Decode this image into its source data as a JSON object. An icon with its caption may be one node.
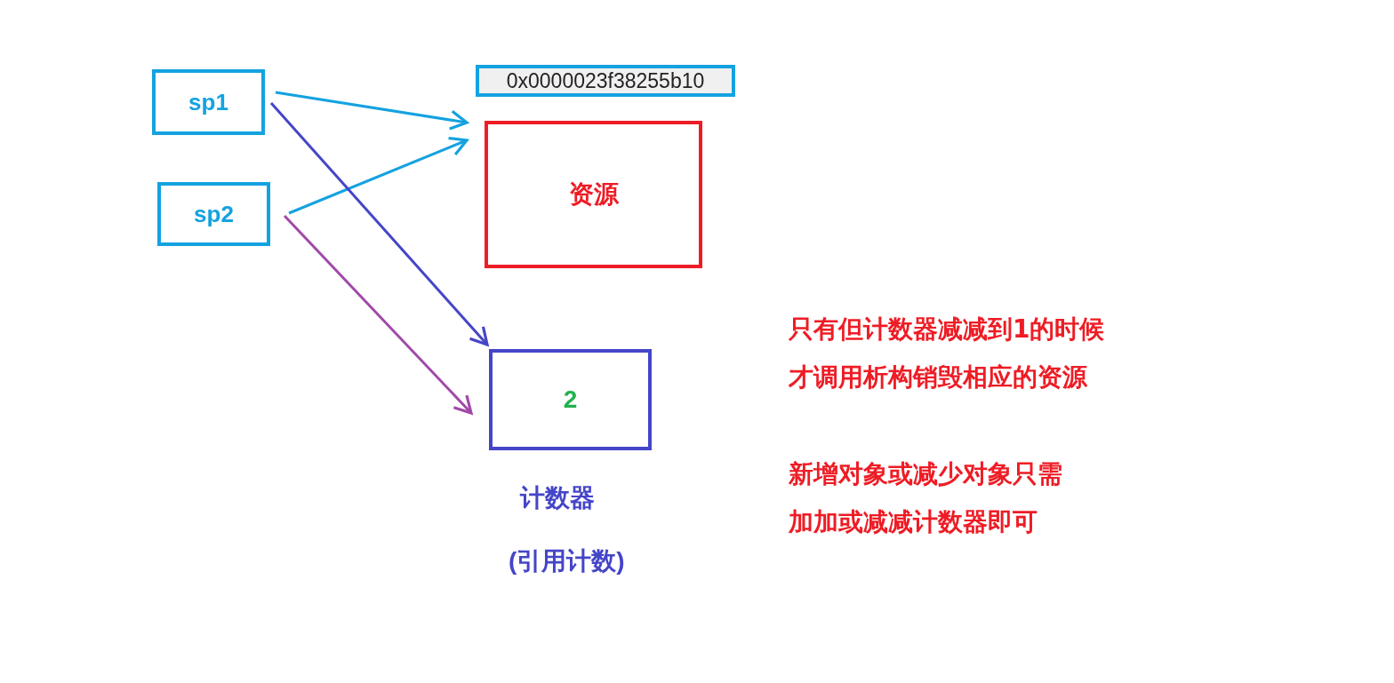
{
  "diagram": {
    "nodes": [
      {
        "text": [
          "sp1"
        ]
      },
      {
        "text": [
          "sp2"
        ]
      },
      {
        "text": [
          "0x0000023f38255b10"
        ]
      },
      {
        "text": [
          "资源"
        ]
      },
      {
        "text": [
          "2"
        ],
        "beside": [
          "计数器",
          "(引用计数)"
        ]
      }
    ],
    "edges": [
      {
        "from": 0,
        "to": 3,
        "arrow": "to"
      },
      {
        "from": 1,
        "to": 3,
        "arrow": "to"
      },
      {
        "from": 0,
        "to": 4,
        "arrow": "to",
        "color": "#4545c8"
      },
      {
        "from": 1,
        "to": 4,
        "arrow": "to",
        "color": "#a04aa8"
      }
    ],
    "labels": [
      "只有但计数器减减到1的时候才调用析构销毁相应的资源",
      "新增对象或减少对象只需加加或减减计数器即可"
    ]
  }
}
